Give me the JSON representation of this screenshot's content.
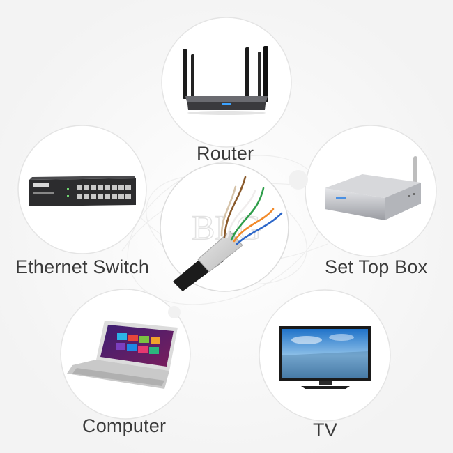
{
  "devices": {
    "router": {
      "label": "Router",
      "icon": "router-icon"
    },
    "ethernet_switch": {
      "label": "Ethernet Switch",
      "icon": "switch-icon"
    },
    "set_top_box": {
      "label": "Set Top Box",
      "icon": "set-top-box-icon"
    },
    "computer": {
      "label": "Computer",
      "icon": "laptop-icon"
    },
    "tv": {
      "label": "TV",
      "icon": "tv-icon"
    }
  },
  "center": {
    "icon": "ethernet-cable-icon",
    "watermark": "BLG"
  },
  "colors": {
    "circle_stroke": "#e6e6e6",
    "label": "#3a3a3a",
    "background": "#ffffff"
  }
}
